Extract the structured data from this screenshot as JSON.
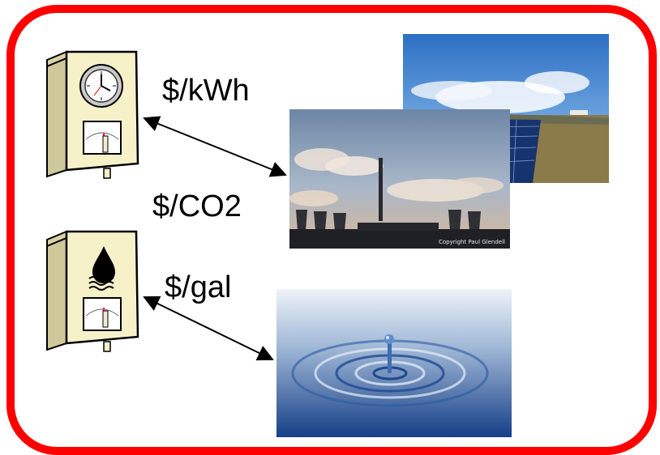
{
  "labels": {
    "electricity_rate": "$/kWh",
    "carbon_rate": "$/CO2",
    "water_rate": "$/gal"
  },
  "photos": {
    "power_plant_credit": "Copyright Paul Glendell"
  },
  "icons": {
    "electric_meter": "clock-meter-icon",
    "water_meter": "water-drop-meter-icon"
  },
  "colors": {
    "frame": "#ff0000",
    "meter_body": "#f7f1c9",
    "needle": "#ff1a8c"
  }
}
